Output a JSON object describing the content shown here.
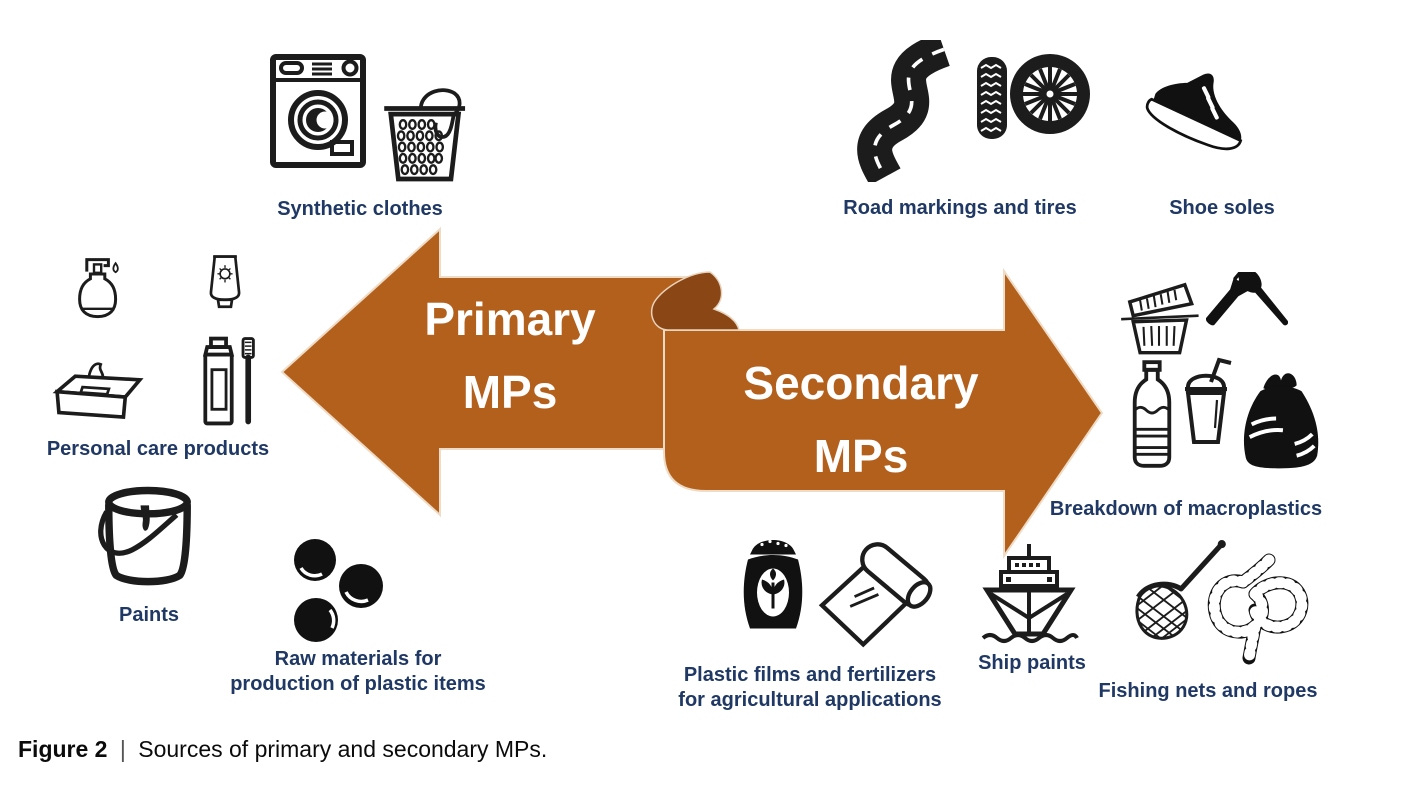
{
  "figure": {
    "caption_bold": "Figure 2",
    "caption_sep": "|",
    "caption_text": "Sources of primary and secondary MPs."
  },
  "arrows": {
    "primary": {
      "line1": "Primary",
      "line2": "MPs"
    },
    "secondary": {
      "line1": "Secondary",
      "line2": "MPs"
    },
    "fill_color": "#B4601D",
    "fold_color": "#8A4715",
    "text_color": "#FFFFFF"
  },
  "labels": {
    "synthetic_clothes": "Synthetic clothes",
    "road_markings": "Road markings and tires",
    "shoe_soles": "Shoe soles",
    "personal_care": "Personal care products",
    "paints": "Paints",
    "raw_materials_line1": "Raw materials for",
    "raw_materials_line2": "production of plastic items",
    "breakdown": "Breakdown of macroplastics",
    "plastic_films_line1": "Plastic films and fertilizers",
    "plastic_films_line2": "for agricultural applications",
    "ship_paints": "Ship paints",
    "fishing_nets": "Fishing nets and ropes"
  },
  "icons": {
    "synthetic_clothes": [
      "washing-machine-icon",
      "laundry-basket-icon"
    ],
    "road_markings": [
      "winding-road-icon",
      "tire-tread-icon",
      "wheel-icon"
    ],
    "shoe_soles": [
      "sneaker-icon"
    ],
    "personal_care": [
      "soap-dispenser-icon",
      "sunscreen-tube-icon",
      "wet-wipes-icon",
      "bottle-toothbrush-icon"
    ],
    "paints": [
      "paint-bucket-icon"
    ],
    "raw_materials": [
      "plastic-pellets-icon"
    ],
    "breakdown": [
      "food-container-icon",
      "fork-spoon-icon",
      "water-bottle-icon",
      "drink-cup-icon",
      "trash-bag-icon"
    ],
    "plastic_films": [
      "fertilizer-bag-icon",
      "plastic-film-roll-icon"
    ],
    "ship_paints": [
      "ship-icon"
    ],
    "fishing_nets": [
      "fishing-net-icon",
      "rope-knot-icon"
    ]
  },
  "colors": {
    "label_text": "#1F3864",
    "icon_ink": "#1c1c1c",
    "background": "#FFFFFF"
  }
}
